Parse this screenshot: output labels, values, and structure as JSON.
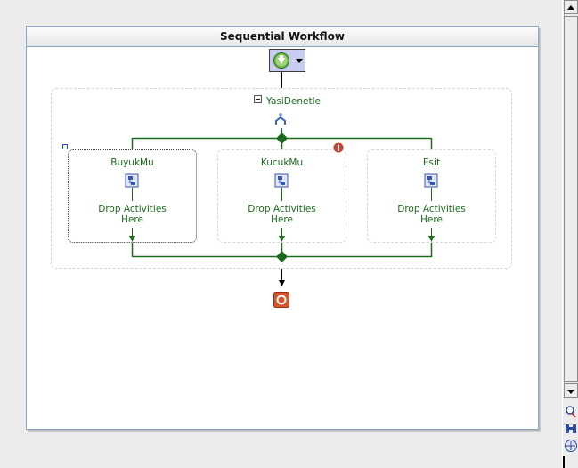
{
  "workflow": {
    "title": "Sequential Workflow"
  },
  "parallel_activity": {
    "name": "YasiDenetle",
    "branches": [
      {
        "name": "BuyukMu",
        "drop_text_line1": "Drop Activities",
        "drop_text_line2": "Here",
        "selected": true,
        "has_error": false
      },
      {
        "name": "KucukMu",
        "drop_text_line1": "Drop Activities",
        "drop_text_line2": "Here",
        "selected": false,
        "has_error": true
      },
      {
        "name": "Esit",
        "drop_text_line1": "Drop Activities",
        "drop_text_line2": "Here",
        "selected": false,
        "has_error": false
      }
    ]
  },
  "colors": {
    "connector": "#1b6b1b",
    "label_text": "#1b6b1b",
    "error": "#d23a2c",
    "end_marker": "#d9532a",
    "start_button": "#c7ccf0",
    "frame_border": "#8aa6c8"
  },
  "icons": {
    "start": "green-down-arrow-icon",
    "dropdown": "triangle-down-icon",
    "parallel": "parallel-activity-icon",
    "sequence": "sequence-activity-icon",
    "error": "error-exclamation-icon",
    "end": "workflow-end-icon",
    "scroll_up": "scroll-up-icon",
    "scroll_down": "scroll-down-icon",
    "zoom": "magnifier-icon",
    "find": "binoculars-icon",
    "pan": "pan-icon"
  }
}
